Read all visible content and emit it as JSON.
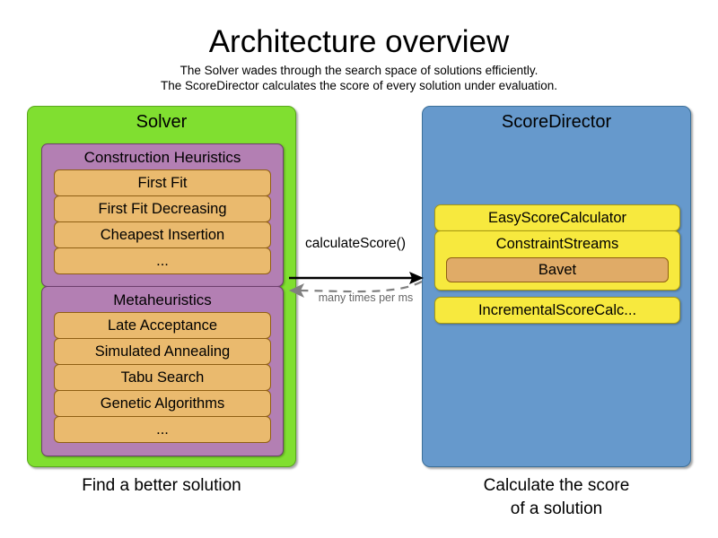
{
  "header": {
    "title": "Architecture overview",
    "subtitle_line1": "The Solver wades through the search space of solutions efficiently.",
    "subtitle_line2": "The ScoreDirector calculates the score of every solution under evaluation."
  },
  "colors": {
    "solver_panel": "#80df30",
    "scoredirector_panel": "#6699cc",
    "group": "#b37fb3",
    "row": "#eaba6e",
    "yellow_box": "#f7e93e",
    "bavet": "#e0ab67",
    "dashed_arrow": "#666666",
    "solid_arrow": "#000000"
  },
  "solver": {
    "title": "Solver",
    "caption": "Find a better solution",
    "groups": [
      {
        "title": "Construction Heuristics",
        "items": [
          "First Fit",
          "First Fit Decreasing",
          "Cheapest Insertion",
          "..."
        ]
      },
      {
        "title": "Metaheuristics",
        "items": [
          "Late Acceptance",
          "Simulated Annealing",
          "Tabu Search",
          "Genetic Algorithms",
          "..."
        ]
      }
    ]
  },
  "score_director": {
    "title": "ScoreDirector",
    "caption_line1": "Calculate the score",
    "caption_line2": "of a solution",
    "boxes": [
      {
        "label": "EasyScoreCalculator"
      },
      {
        "label": "ConstraintStreams",
        "child": "Bavet"
      },
      {
        "label": "IncrementalScoreCalc..."
      }
    ]
  },
  "arrows": {
    "forward_label": "calculateScore()",
    "backward_label": "many times per ms"
  }
}
